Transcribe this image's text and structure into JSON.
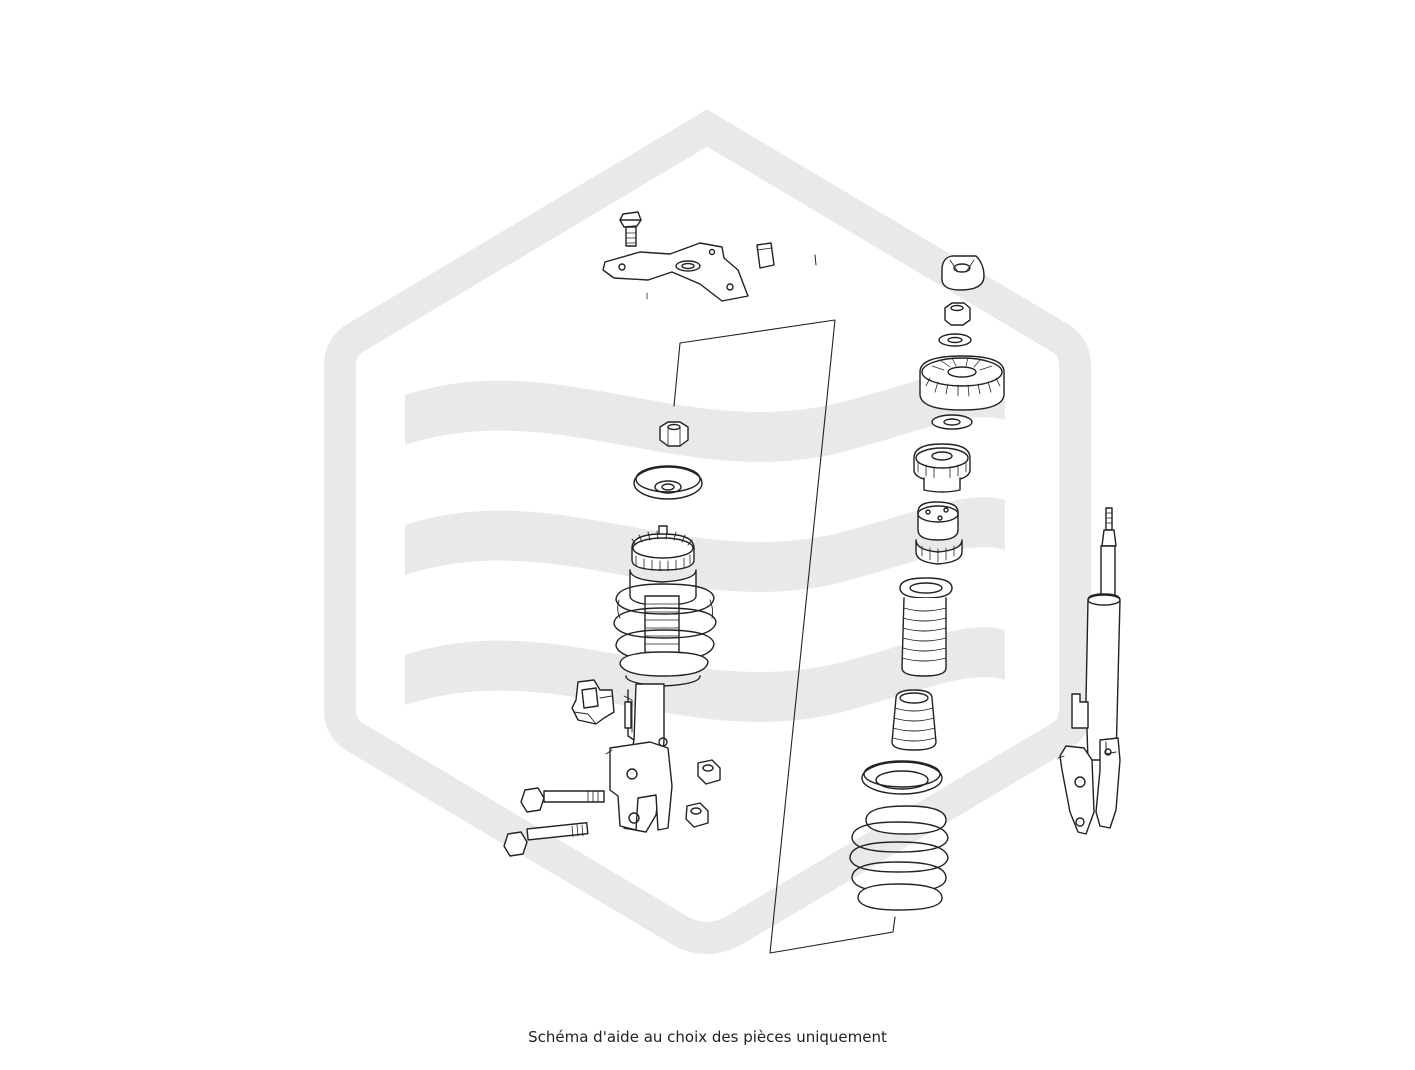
{
  "caption": "Schéma d'aide au choix des pièces uniquement",
  "colors": {
    "watermark": "#e9e9e9",
    "line": "#222222",
    "background": "#ffffff"
  },
  "watermark": {
    "icon": "hexagon-waves-logo-watermark"
  },
  "parts": [
    "strut-mount-plate",
    "plate-bolt",
    "plate-clip",
    "top-nut",
    "thrust-bearing-ring",
    "complete-strut-assembly",
    "stabilizer-link-bracket",
    "strut-knuckle-bolt-upper",
    "strut-knuckle-bolt-lower",
    "flange-nut-upper",
    "flange-nut-lower",
    "strut-mount-cap",
    "hex-nut",
    "flat-washer-upper",
    "strut-top-mount",
    "flat-washer-lower",
    "bearing-mount",
    "spring-upper-seat",
    "dust-boot",
    "bump-stop",
    "spring-lower-seat",
    "coil-spring",
    "shock-absorber"
  ]
}
